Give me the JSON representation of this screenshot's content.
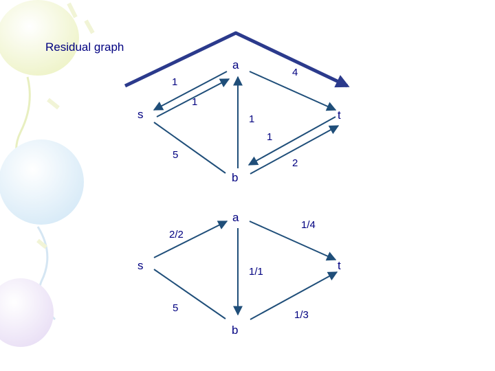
{
  "title": "Residual graph",
  "colors": {
    "edge": "#1f4e79",
    "text": "#000080",
    "highlight_path": "#2b3a8c"
  },
  "residual_graph": {
    "nodes": {
      "s": "s",
      "a": "a",
      "b": "b",
      "t": "t"
    },
    "edges": [
      {
        "id": "e1",
        "label": "1"
      },
      {
        "id": "e2",
        "label": "1"
      },
      {
        "id": "e3",
        "label": "4"
      },
      {
        "id": "e4",
        "label": "1"
      },
      {
        "id": "e5",
        "label": "1"
      },
      {
        "id": "e6",
        "label": "5"
      },
      {
        "id": "e7",
        "label": "2"
      }
    ]
  },
  "flow_graph": {
    "nodes": {
      "s": "s",
      "a": "a",
      "b": "b",
      "t": "t"
    },
    "edges": [
      {
        "id": "f1",
        "label": "2/2"
      },
      {
        "id": "f2",
        "label": "1/4"
      },
      {
        "id": "f3",
        "label": "1/1"
      },
      {
        "id": "f4",
        "label": "5"
      },
      {
        "id": "f5",
        "label": "1/3"
      }
    ]
  }
}
